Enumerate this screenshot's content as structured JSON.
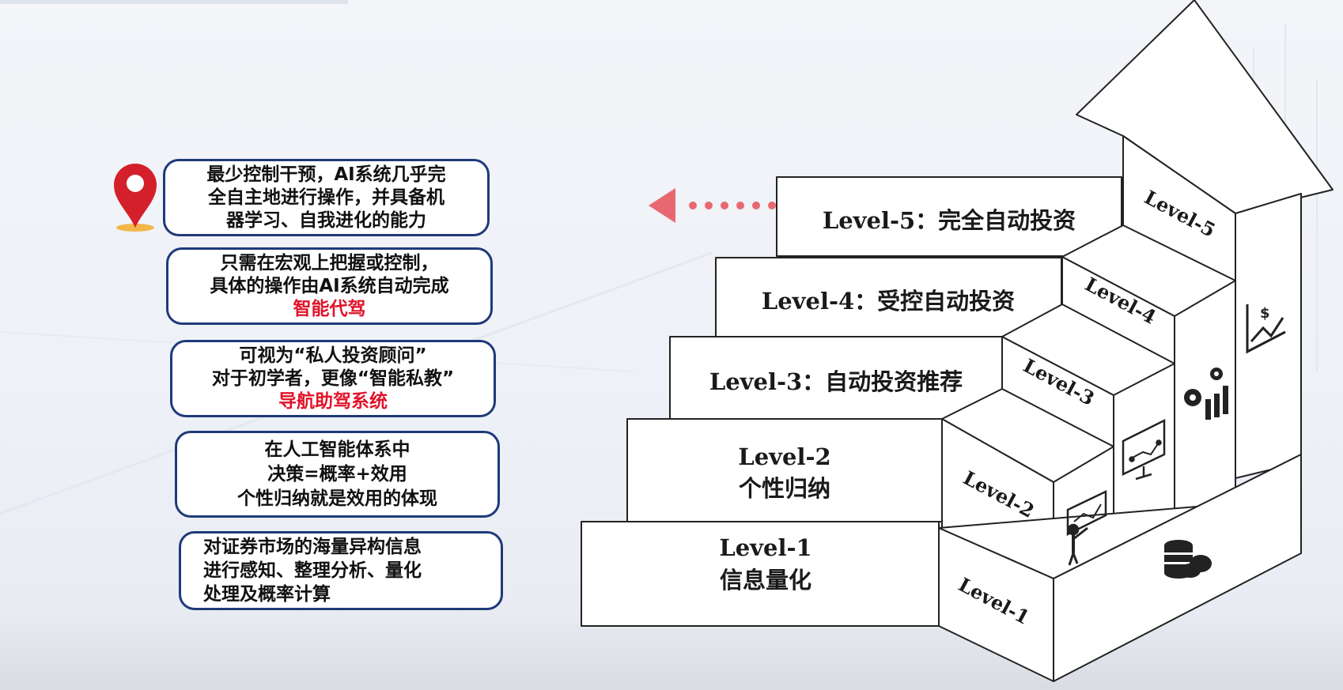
{
  "descriptions": [
    {
      "lines": [
        "最少控制干预，AI系统几乎完",
        "全自主地进行操作，并具备机",
        "器学习、自我进化的能力"
      ],
      "highlight": ""
    },
    {
      "lines": [
        "只需在宏观上把握或控制，",
        "具体的操作由AI系统自动完成"
      ],
      "highlight": "智能代驾"
    },
    {
      "lines": [
        "可视为“私人投资顾问”",
        "对于初学者，更像“智能私教”"
      ],
      "highlight": "导航助驾系统"
    },
    {
      "lines": [
        "在人工智能体系中",
        "决策=概率+效用",
        "个性归纳就是效用的体现"
      ],
      "highlight": ""
    },
    {
      "lines": [
        "对证券市场的海量异构信息",
        "进行感知、整理分析、量化",
        "处理及概率计算"
      ],
      "highlight": ""
    }
  ],
  "levels": {
    "level5": {
      "label": "Level-5：完全自动投资",
      "side": "Level-5"
    },
    "level4": {
      "label": "Level-4：受控自动投资",
      "side": "Level-4"
    },
    "level3": {
      "label": "Level-3：自动投资推荐",
      "side": "Level-3"
    },
    "level2": {
      "title": "Level-2",
      "subtitle": "个性归纳",
      "side": "Level-2"
    },
    "level1": {
      "title": "Level-1",
      "subtitle": "信息量化",
      "side": "Level-1"
    }
  },
  "icons": {
    "pin": "location-pin-icon",
    "level1": "database-cloud-icon",
    "level2": "teacher-board-icon",
    "level3": "monitor-circuit-icon",
    "level4": "gear-chart-icon",
    "level5": "dollar-growth-icon"
  },
  "colors": {
    "border_blue": "#1f3a7a",
    "highlight_red": "#e0142a",
    "pin_red": "#d4202a",
    "pointer_red": "#e86872",
    "stroke": "#222222"
  }
}
